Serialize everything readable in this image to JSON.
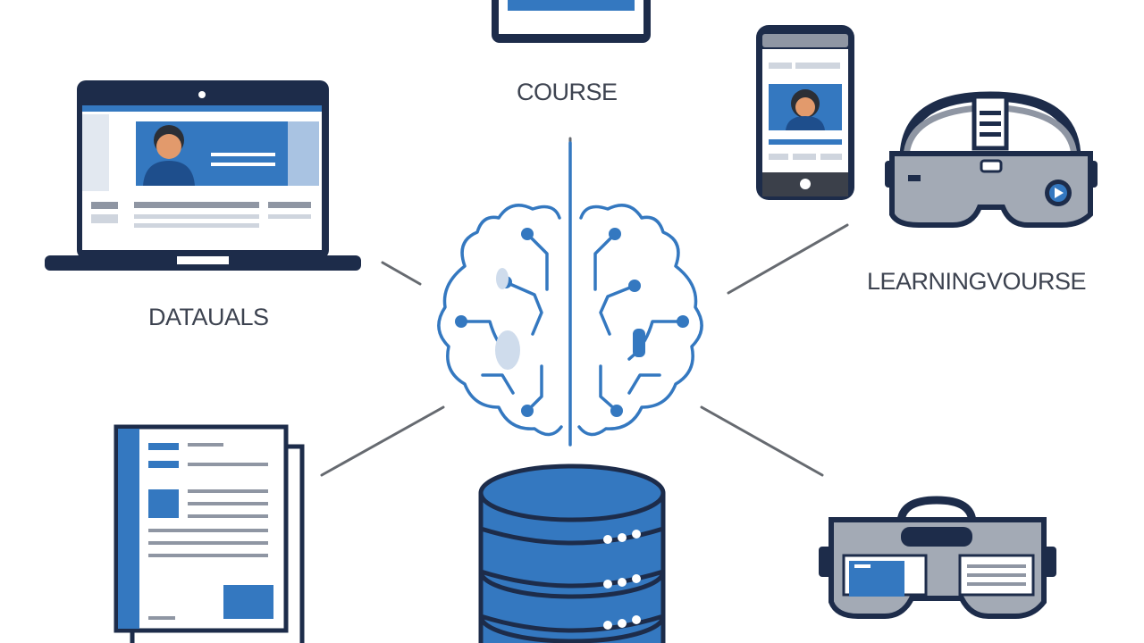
{
  "labels": {
    "course": "COURSE",
    "datauals": "DATAUALS",
    "learning_course": "LEARNINGVOURSE"
  },
  "icons": [
    "monitor-icon",
    "laptop-icon",
    "smartphone-icon",
    "vr-headset-icon",
    "brain-circuit-icon",
    "document-icon",
    "database-server-icon",
    "vr-goggles-icon"
  ],
  "colors": {
    "navy": "#14254a",
    "blue": "#3478c0",
    "light_blue": "#cfdcec",
    "gray": "#8f96a3",
    "connector": "#666a70"
  }
}
